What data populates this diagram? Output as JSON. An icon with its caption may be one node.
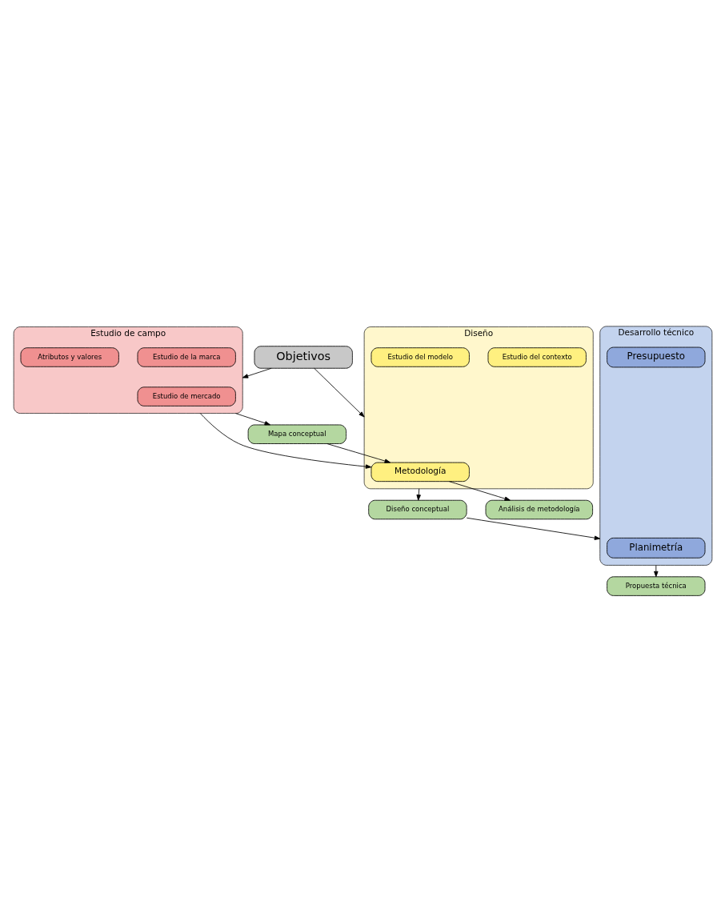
{
  "diagram": {
    "nodes": [
      {
        "text": [
          "Objetivos"
        ]
      },
      {
        "text": [
          "Estudio de campo"
        ]
      },
      {
        "text": [
          "Estudio de mercado"
        ],
        "in": 1
      },
      {
        "text": [
          "Estudio de la marca"
        ],
        "in": 1
      },
      {
        "text": [
          "Atributos y valores"
        ],
        "in": 1
      },
      {
        "text": [
          "Diseño"
        ]
      },
      {
        "text": [
          "Metodología"
        ],
        "in": 5
      },
      {
        "text": [
          "Estudio del contexto"
        ],
        "in": 5
      },
      {
        "text": [
          "Estudio del modelo"
        ],
        "in": 5
      },
      {
        "text": [
          "Mapa conceptual"
        ]
      },
      {
        "text": [
          "Diseño conceptual"
        ]
      },
      {
        "text": [
          "Desarrollo técnico"
        ]
      },
      {
        "text": [
          "Planimetría"
        ],
        "in": 11
      },
      {
        "text": [
          "Presupuesto"
        ],
        "in": 11
      },
      {
        "text": [
          "Propuesta técnica"
        ]
      },
      {
        "text": [
          "Análisis de metodología"
        ]
      }
    ],
    "edges": [
      {
        "from": 0,
        "to": 1,
        "arrow": "to"
      },
      {
        "from": 0,
        "to": 5,
        "arrow": "to"
      },
      {
        "from": 1,
        "to": 9,
        "arrow": "to"
      },
      {
        "from": 1,
        "to": 6,
        "arrow": "to"
      },
      {
        "from": 9,
        "to": 6,
        "arrow": "to"
      },
      {
        "from": 5,
        "to": 10,
        "arrow": "to"
      },
      {
        "from": 10,
        "to": 11,
        "arrow": "to"
      },
      {
        "from": 11,
        "to": 14,
        "arrow": "to"
      },
      {
        "from": 6,
        "to": 15,
        "arrow": "to"
      }
    ]
  }
}
